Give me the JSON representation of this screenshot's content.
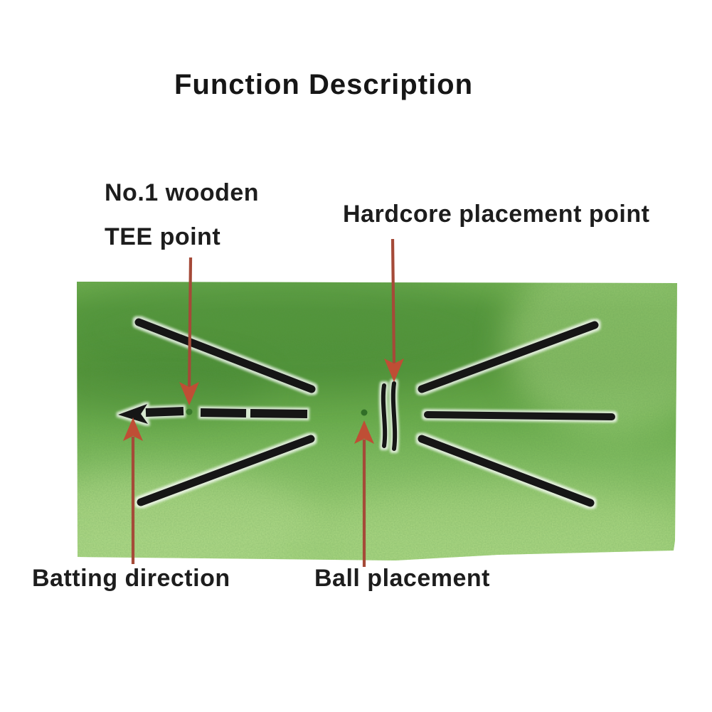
{
  "title": "Function Description",
  "labels": {
    "tee_point_line1": "No.1 wooden",
    "tee_point_line2": "TEE point",
    "hardcore_placement": "Hardcore placement point",
    "batting_direction": "Batting direction",
    "ball_placement": "Ball placement"
  },
  "figure": {
    "description_visible": "Annotated diagram of a green golf swing training mat with black swing-guide markings",
    "annotations": [
      {
        "label": "No.1 wooden TEE point",
        "points_to": "tee-dot",
        "arrow_direction": "down"
      },
      {
        "label": "Hardcore placement point",
        "points_to": "vertical-guide-lines",
        "arrow_direction": "down"
      },
      {
        "label": "Batting direction",
        "points_to": "batting-direction-arrow",
        "arrow_direction": "up"
      },
      {
        "label": "Ball placement",
        "points_to": "ball-dot",
        "arrow_direction": "up"
      }
    ],
    "colors": {
      "mat_green_dark": "#58993a",
      "mat_green_mid": "#6cae4c",
      "mat_green_light": "#a9d781",
      "marking_black": "#161616",
      "annotation_arrow_line": "#a54a38",
      "annotation_arrowhead": "#bf4e35",
      "tee_dot": "#3a7a2c",
      "ball_dot": "#316f27",
      "text": "#1c1c1c",
      "background": "#ffffff"
    }
  }
}
